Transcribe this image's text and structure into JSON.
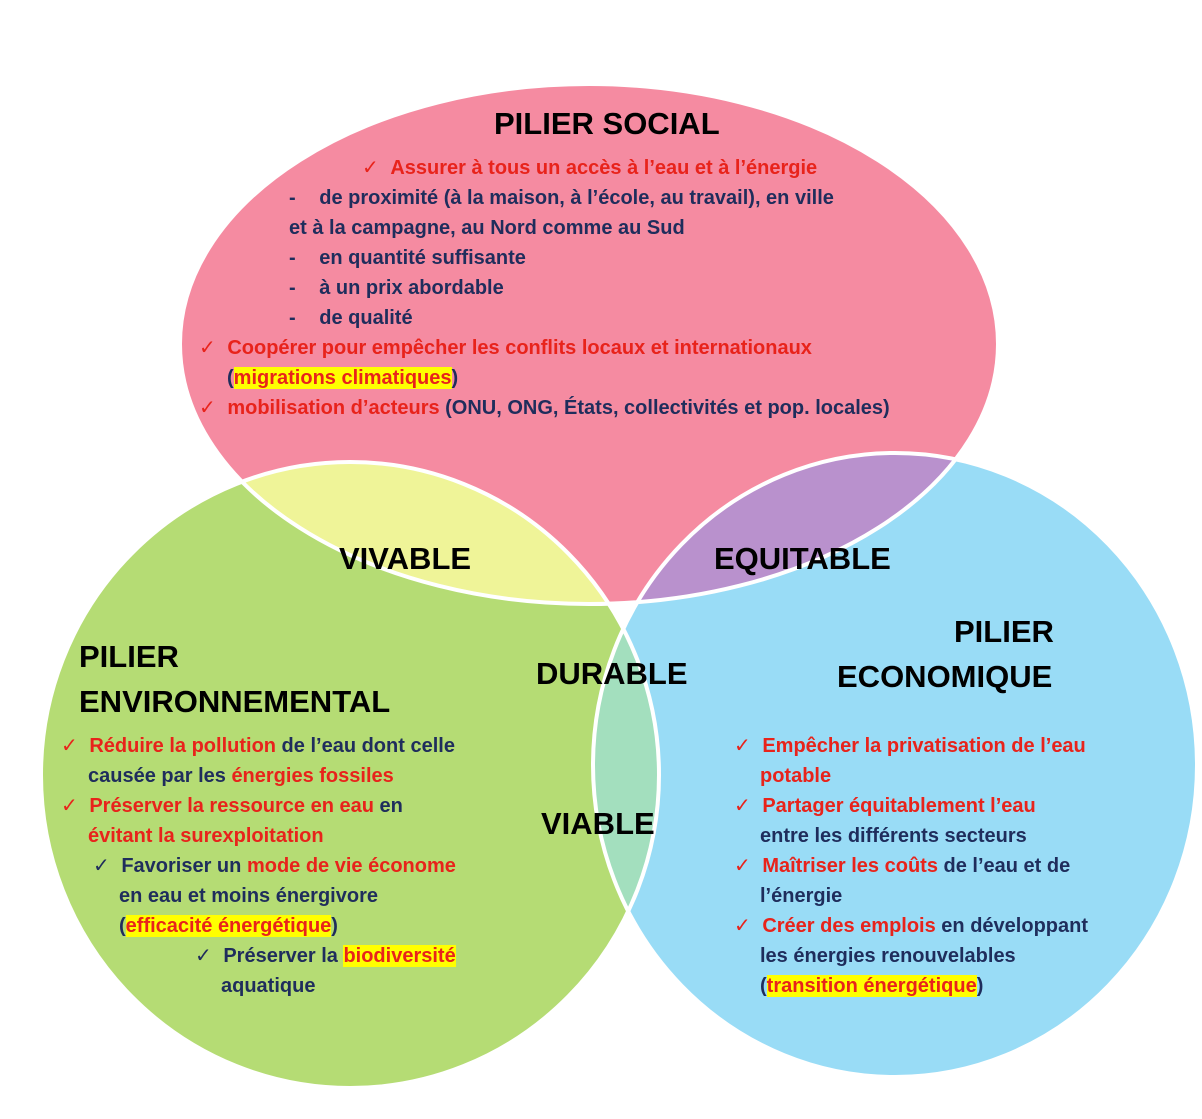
{
  "colors": {
    "social": "#f58ba1",
    "environnemental": "#b5dc74",
    "economique": "#99dcf6",
    "vivable": "#eff498",
    "equitable": "#b991cd",
    "viable": "#a3dfbe",
    "durable": "#f5af5e",
    "red_text": "#e8231b",
    "navy_text": "#1f2d5c",
    "highlight": "#ffff00"
  },
  "pillars": {
    "social": {
      "title": "PILIER SOCIAL",
      "item1": "Assurer à tous un accès à l’eau et à l’énergie",
      "sub1_line1": "de proximité (à la maison, à l’école, au travail), en ville",
      "sub1_line2": "et à la campagne, au Nord comme au Sud",
      "sub2": "en quantité suffisante",
      "sub3": "à un prix abordable",
      "sub4": "de qualité",
      "item2_line1": "Coopérer pour empêcher les conflits locaux et internationaux",
      "item2_open": "(",
      "item2_highlight": "migrations climatiques",
      "item2_close": ")",
      "item3_red": "mobilisation d’acteurs",
      "item3_rest": " (ONU, ONG, États, collectivités et pop. locales)"
    },
    "environnemental": {
      "title_line1": "PILIER",
      "title_line2": "ENVIRONNEMENTAL",
      "item1_red": "Réduire la pollution",
      "item1_rest": " de l’eau dont celle",
      "item1_line2_prefix": "causée par les ",
      "item1_line2_red": "énergies fossiles",
      "item2_red": "Préserver la ressource en eau",
      "item2_rest": " en",
      "item2_line2": "évitant la surexploitation",
      "item3_prefix": "Favoriser un ",
      "item3_red": "mode de vie économe",
      "item3_line2": "en eau et moins énergivore",
      "item3_open": "(",
      "item3_highlight": "efficacité énergétique",
      "item3_close": ")",
      "item4_prefix": "Préserver la ",
      "item4_highlight": "biodiversité",
      "item4_line2": "aquatique"
    },
    "economique": {
      "title_line1": "PILIER",
      "title_line2": "ECONOMIQUE",
      "item1_line1": "Empêcher la privatisation de l’eau",
      "item1_line2": "potable",
      "item2_red": "Partager équitablement l’eau",
      "item2_line2": "entre les différents secteurs",
      "item3_red": "Maîtriser les coûts",
      "item3_rest": " de l’eau et de",
      "item3_line2": "l’énergie",
      "item4_red": "Créer des emplois",
      "item4_rest": " en développant",
      "item4_line2": "les énergies renouvelables",
      "item4_open": "(",
      "item4_highlight": "transition énergétique",
      "item4_close": ")"
    }
  },
  "zones": {
    "vivable": "VIVABLE",
    "equitable": "EQUITABLE",
    "viable": "VIABLE",
    "durable": "DURABLE"
  },
  "symbols": {
    "check": "✓",
    "dash": "-"
  }
}
